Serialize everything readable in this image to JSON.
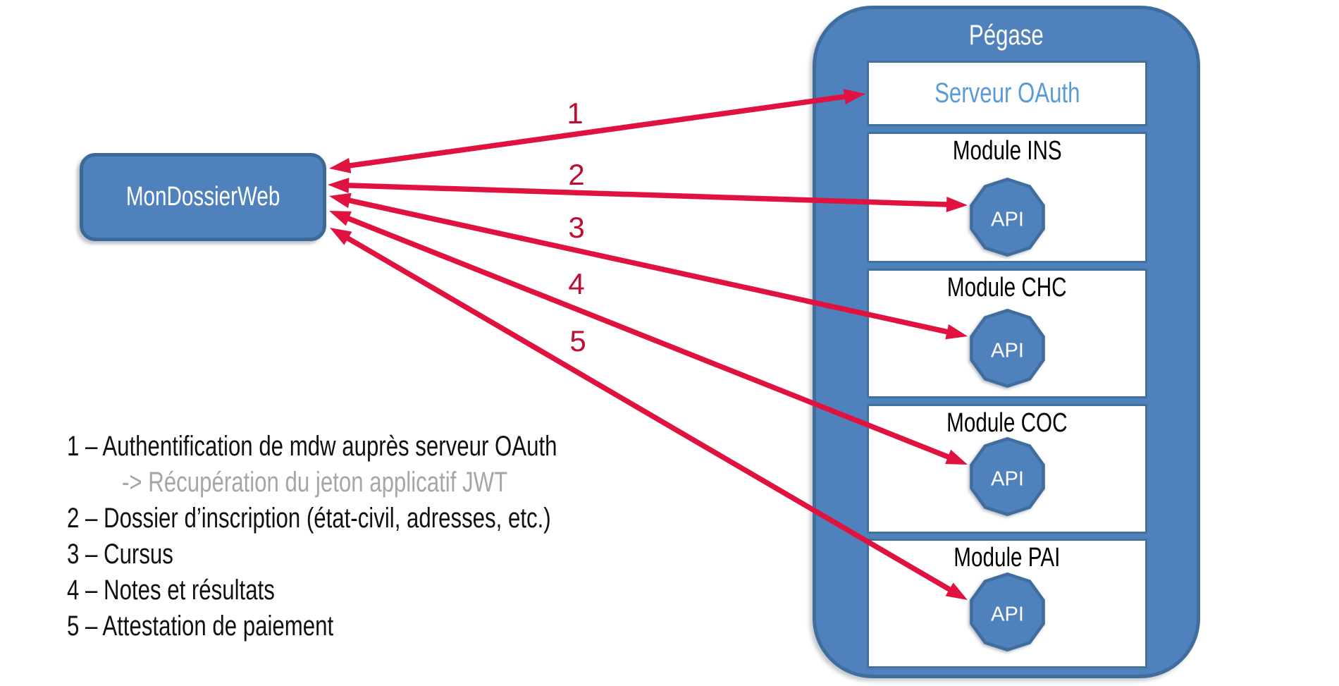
{
  "colors": {
    "shape_blue": "#4F81BD",
    "shape_border": "#3F6E9E",
    "oauth_text_blue": "#5B9BD5",
    "arrow_red": "#E0123F",
    "number_red": "#C00D33",
    "legend_gray": "#A6A6A6",
    "text_black": "#000000"
  },
  "mdw": {
    "label": "MonDossierWeb"
  },
  "pegase": {
    "title": "Pégase",
    "boxes": [
      {
        "id": "oauth",
        "label": "Serveur OAuth"
      },
      {
        "id": "ins",
        "label": "Module INS",
        "api_label": "API"
      },
      {
        "id": "chc",
        "label": "Module CHC",
        "api_label": "API"
      },
      {
        "id": "coc",
        "label": "Module COC",
        "api_label": "API"
      },
      {
        "id": "pai",
        "label": "Module PAI",
        "api_label": "API"
      }
    ]
  },
  "arrows": [
    {
      "label": "1",
      "from": "MonDossierWeb",
      "to": "Serveur OAuth",
      "bidirectional": true
    },
    {
      "label": "2",
      "from": "MonDossierWeb",
      "to": "Module INS API",
      "bidirectional": true
    },
    {
      "label": "3",
      "from": "MonDossierWeb",
      "to": "Module CHC API",
      "bidirectional": true
    },
    {
      "label": "4",
      "from": "MonDossierWeb",
      "to": "Module COC API",
      "bidirectional": true
    },
    {
      "label": "5",
      "from": "MonDossierWeb",
      "to": "Module PAI API",
      "bidirectional": true
    }
  ],
  "legend": {
    "items": [
      {
        "text": "1 – Authentification de mdw auprès serveur OAuth",
        "style": "normal"
      },
      {
        "text": "-> Récupération du jeton applicatif JWT",
        "style": "sub"
      },
      {
        "text": "2 – Dossier d’inscription (état-civil, adresses, etc.)",
        "style": "normal"
      },
      {
        "text": "3 – Cursus",
        "style": "normal"
      },
      {
        "text": "4 – Notes et résultats",
        "style": "normal"
      },
      {
        "text": "5 – Attestation de paiement",
        "style": "normal"
      }
    ]
  }
}
